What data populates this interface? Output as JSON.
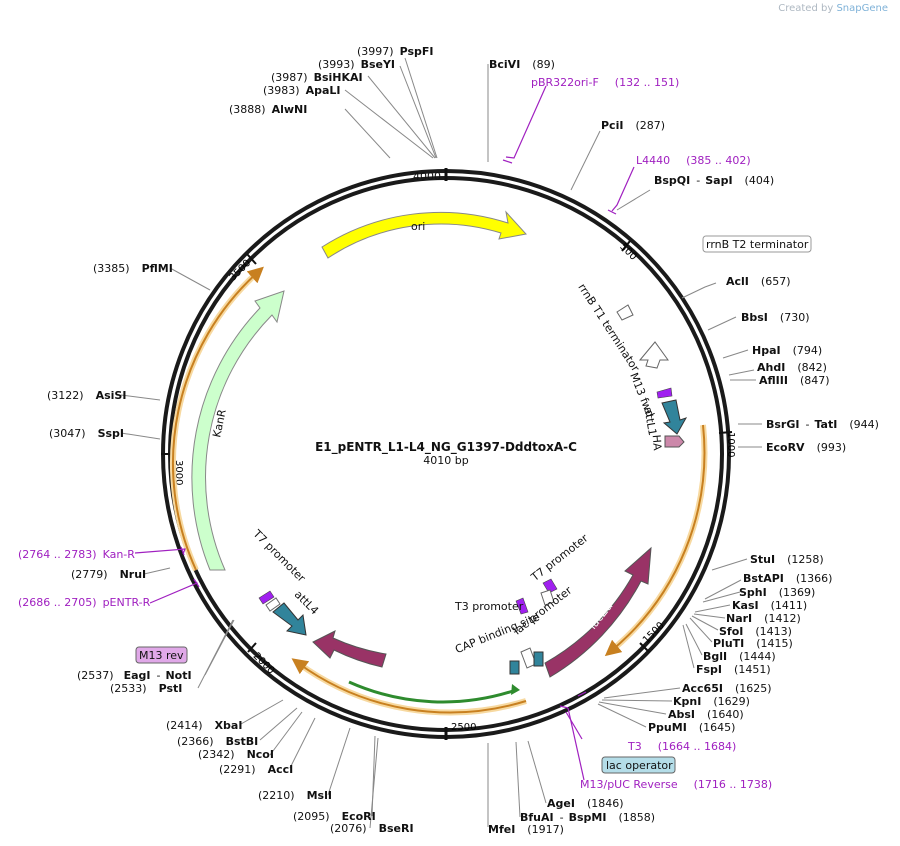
{
  "credit": {
    "prefix": "Created by",
    "brand": "SnapGene"
  },
  "plasmid": {
    "name": "E1_pENTR_L1-L4_NG_G1397-DddtoxA-C",
    "size_label": "4010 bp",
    "length": 4010
  },
  "ticks": [
    "500",
    "1000",
    "1500",
    "2000",
    "2500",
    "3000",
    "3500",
    "4000"
  ],
  "sites": [
    {
      "name": "PspFI",
      "pos": "(3997)"
    },
    {
      "name": "BseYI",
      "pos": "(3993)"
    },
    {
      "name": "BsiHKAI",
      "pos": "(3987)"
    },
    {
      "name": "ApaLI",
      "pos": "(3983)"
    },
    {
      "name": "AlwNI",
      "pos": "(3888)"
    },
    {
      "name": "BciVI",
      "pos": "(89)"
    },
    {
      "name": "PciI",
      "pos": "(287)"
    },
    {
      "name": "BspQI",
      "name2": "SapI",
      "pos": "(404)"
    },
    {
      "name": "AclI",
      "pos": "(657)"
    },
    {
      "name": "BbsI",
      "pos": "(730)"
    },
    {
      "name": "HpaI",
      "pos": "(794)"
    },
    {
      "name": "AhdI",
      "pos": "(842)"
    },
    {
      "name": "AflIII",
      "pos": "(847)"
    },
    {
      "name": "BsrGI",
      "name2": "TatI",
      "pos": "(944)"
    },
    {
      "name": "EcoRV",
      "pos": "(993)"
    },
    {
      "name": "StuI",
      "pos": "(1258)"
    },
    {
      "name": "BstAPI",
      "pos": "(1366)"
    },
    {
      "name": "SphI",
      "pos": "(1369)"
    },
    {
      "name": "KasI",
      "pos": "(1411)"
    },
    {
      "name": "NarI",
      "pos": "(1412)"
    },
    {
      "name": "SfoI",
      "pos": "(1413)"
    },
    {
      "name": "PluTI",
      "pos": "(1415)"
    },
    {
      "name": "BglI",
      "pos": "(1444)"
    },
    {
      "name": "FspI",
      "pos": "(1451)"
    },
    {
      "name": "Acc65I",
      "pos": "(1625)"
    },
    {
      "name": "KpnI",
      "pos": "(1629)"
    },
    {
      "name": "AbsI",
      "pos": "(1640)"
    },
    {
      "name": "PpuMI",
      "pos": "(1645)"
    },
    {
      "name": "AgeI",
      "pos": "(1846)"
    },
    {
      "name": "BfuAI",
      "name2": "BspMI",
      "pos": "(1858)"
    },
    {
      "name": "MfeI",
      "pos": "(1917)"
    },
    {
      "name": "EcoRI",
      "pos": "(2095)"
    },
    {
      "name": "BseRI",
      "pos": "(2076)"
    },
    {
      "name": "MslI",
      "pos": "(2210)"
    },
    {
      "name": "AccI",
      "pos": "(2291)"
    },
    {
      "name": "NcoI",
      "pos": "(2342)"
    },
    {
      "name": "BstBI",
      "pos": "(2366)"
    },
    {
      "name": "XbaI",
      "pos": "(2414)"
    },
    {
      "name": "EagI",
      "name2": "NotI",
      "pos": "(2537)"
    },
    {
      "name": "PstI",
      "pos": "(2533)"
    },
    {
      "name": "NruI",
      "pos": "(2779)"
    },
    {
      "name": "SspI",
      "pos": "(3047)"
    },
    {
      "name": "AsiSI",
      "pos": "(3122)"
    },
    {
      "name": "PflMI",
      "pos": "(3385)"
    }
  ],
  "primers": [
    {
      "name": "pBR322ori-F",
      "range": "(132 .. 151)"
    },
    {
      "name": "L4440",
      "range": "(385 .. 402)"
    },
    {
      "name": "T3",
      "range": "(1664 .. 1684)"
    },
    {
      "name": "M13/pUC Reverse",
      "range": "(1716 .. 1738)"
    },
    {
      "name": "Kan-R",
      "range": "(2764 .. 2783)"
    },
    {
      "name": "pENTR-R",
      "range": "(2686 .. 2705)"
    }
  ],
  "features": {
    "ori": "ori",
    "kanr": "KanR",
    "ugi": "UGI",
    "lacza": "lacZα",
    "attl1": "attL1",
    "attl4": "attL4",
    "ha": "HA",
    "m13fwd": "M13 fwd",
    "rrnb_t1": "rrnB T1 terminator",
    "rrnb_t2": "rrnB T2 terminator",
    "t7_left": "T7 promoter",
    "t7_mid": "T7 promoter",
    "t3": "T3 promoter",
    "lacprom": "lac promoter",
    "cap": "CAP binding site",
    "lacop": "lac operator",
    "m13rev": "M13 rev"
  },
  "colors": {
    "backbone": "#1a1a1a",
    "ori": "#ffff00",
    "kanr": "#ccffcc",
    "maroon": "#993366",
    "teal": "#31849b",
    "primer": "#a020c0",
    "orange_outline": "#e8a030",
    "lacop_box": "#b4dde8",
    "m13rev_box": "#e0a8e8"
  }
}
